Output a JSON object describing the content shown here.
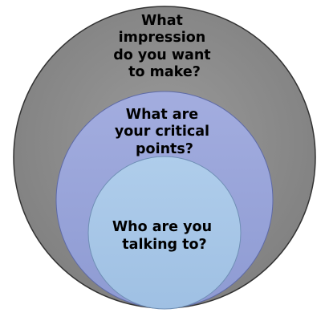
{
  "diagram": {
    "type": "nested-circles",
    "colors": {
      "outer_fill": "#8c8c8c",
      "middle_fill": "#9aa6da",
      "inner_fill": "#a9c8e8",
      "stroke": "#333333"
    },
    "circles": [
      {
        "name": "outer-circle",
        "lines": [
          "What",
          "impression",
          "do you want",
          "to make?"
        ]
      },
      {
        "name": "middle-circle",
        "lines": [
          "What are",
          "your critical",
          "points?"
        ]
      },
      {
        "name": "inner-circle",
        "lines": [
          "Who are you",
          "talking to?"
        ]
      }
    ]
  }
}
